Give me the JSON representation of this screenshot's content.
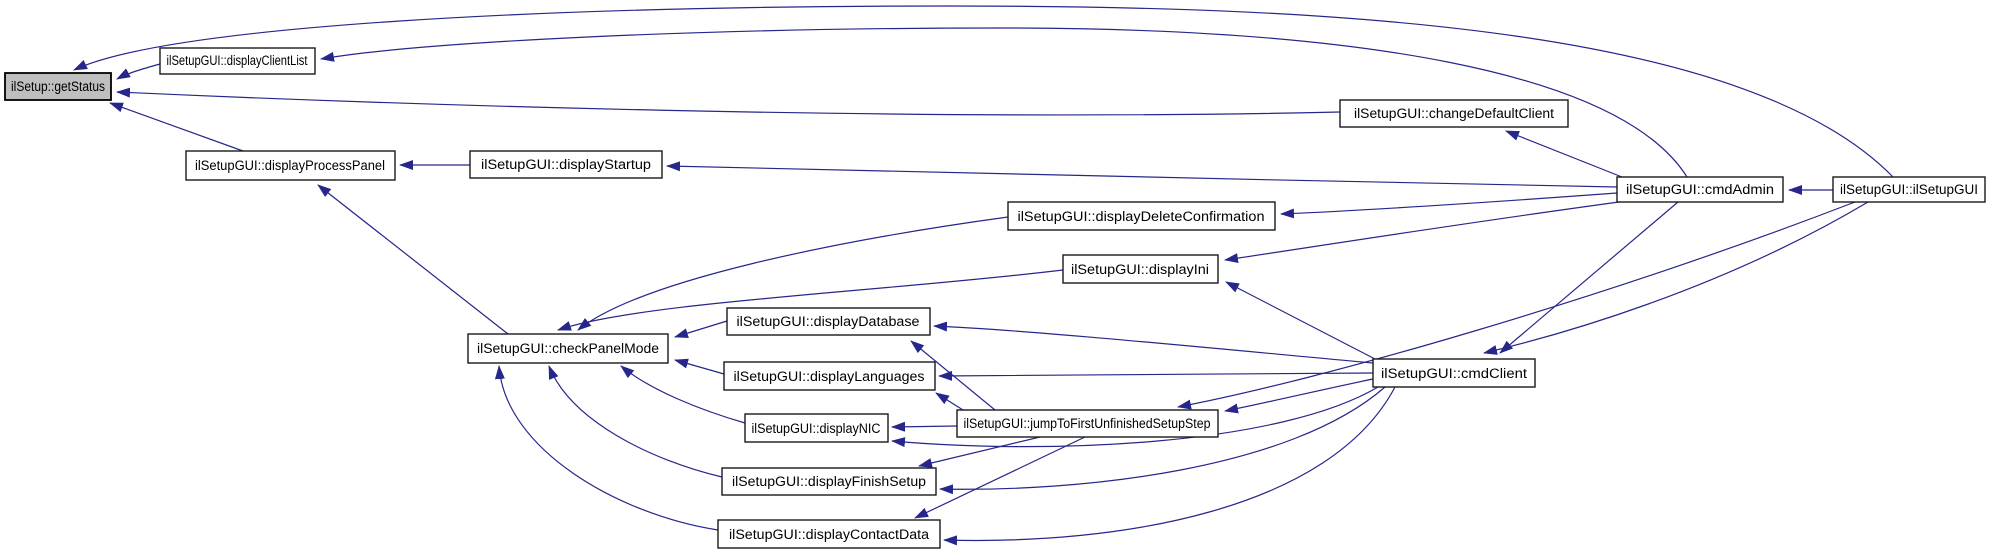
{
  "diagram": {
    "type": "call-graph",
    "orientation": "callers-point-left-to-callees",
    "background_color": "#ffffff",
    "edge_color": "#26268b",
    "node_fill": "#ffffff",
    "node_border_color": "#1a1a1a",
    "highlighted_node_fill": "#bfbfbf",
    "highlighted_node": "ilSetup::getStatus",
    "nodes": [
      {
        "id": "getStatus",
        "label": "ilSetup::getStatus",
        "highlighted": true
      },
      {
        "id": "displayClientList",
        "label": "ilSetupGUI::displayClientList"
      },
      {
        "id": "changeDefaultClient",
        "label": "ilSetupGUI::changeDefaultClient"
      },
      {
        "id": "displayProcessPanel",
        "label": "ilSetupGUI::displayProcessPanel"
      },
      {
        "id": "displayStartup",
        "label": "ilSetupGUI::displayStartup"
      },
      {
        "id": "cmdAdmin",
        "label": "ilSetupGUI::cmdAdmin"
      },
      {
        "id": "ilSetupGUI",
        "label": "ilSetupGUI::ilSetupGUI"
      },
      {
        "id": "displayDeleteConfirmation",
        "label": "ilSetupGUI::displayDeleteConfirmation"
      },
      {
        "id": "displayIni",
        "label": "ilSetupGUI::displayIni"
      },
      {
        "id": "checkPanelMode",
        "label": "ilSetupGUI::checkPanelMode"
      },
      {
        "id": "displayDatabase",
        "label": "ilSetupGUI::displayDatabase"
      },
      {
        "id": "displayLanguages",
        "label": "ilSetupGUI::displayLanguages"
      },
      {
        "id": "displayNIC",
        "label": "ilSetupGUI::displayNIC"
      },
      {
        "id": "jumpToFirstUnfinishedSetupStep",
        "label": "ilSetupGUI::jumpToFirstUnfinishedSetupStep"
      },
      {
        "id": "displayFinishSetup",
        "label": "ilSetupGUI::displayFinishSetup"
      },
      {
        "id": "displayContactData",
        "label": "ilSetupGUI::displayContactData"
      },
      {
        "id": "cmdClient",
        "label": "ilSetupGUI::cmdClient"
      }
    ],
    "edges": [
      {
        "from": "displayClientList",
        "to": "getStatus"
      },
      {
        "from": "changeDefaultClient",
        "to": "getStatus"
      },
      {
        "from": "displayProcessPanel",
        "to": "getStatus"
      },
      {
        "from": "ilSetupGUI",
        "to": "getStatus"
      },
      {
        "from": "cmdAdmin",
        "to": "displayClientList"
      },
      {
        "from": "cmdAdmin",
        "to": "changeDefaultClient"
      },
      {
        "from": "displayStartup",
        "to": "displayProcessPanel"
      },
      {
        "from": "checkPanelMode",
        "to": "displayProcessPanel"
      },
      {
        "from": "cmdAdmin",
        "to": "displayStartup"
      },
      {
        "from": "cmdAdmin",
        "to": "displayDeleteConfirmation"
      },
      {
        "from": "cmdAdmin",
        "to": "displayIni"
      },
      {
        "from": "cmdClient",
        "to": "displayIni"
      },
      {
        "from": "displayDeleteConfirmation",
        "to": "checkPanelMode"
      },
      {
        "from": "displayIni",
        "to": "checkPanelMode"
      },
      {
        "from": "displayDatabase",
        "to": "checkPanelMode"
      },
      {
        "from": "displayLanguages",
        "to": "checkPanelMode"
      },
      {
        "from": "displayNIC",
        "to": "checkPanelMode"
      },
      {
        "from": "displayFinishSetup",
        "to": "checkPanelMode"
      },
      {
        "from": "displayContactData",
        "to": "checkPanelMode"
      },
      {
        "from": "cmdClient",
        "to": "displayDatabase"
      },
      {
        "from": "jumpToFirstUnfinishedSetupStep",
        "to": "displayDatabase"
      },
      {
        "from": "cmdClient",
        "to": "displayLanguages"
      },
      {
        "from": "jumpToFirstUnfinishedSetupStep",
        "to": "displayLanguages"
      },
      {
        "from": "cmdClient",
        "to": "displayNIC"
      },
      {
        "from": "jumpToFirstUnfinishedSetupStep",
        "to": "displayNIC"
      },
      {
        "from": "cmdClient",
        "to": "displayFinishSetup"
      },
      {
        "from": "jumpToFirstUnfinishedSetupStep",
        "to": "displayFinishSetup"
      },
      {
        "from": "cmdClient",
        "to": "displayContactData"
      },
      {
        "from": "jumpToFirstUnfinishedSetupStep",
        "to": "displayContactData"
      },
      {
        "from": "cmdClient",
        "to": "jumpToFirstUnfinishedSetupStep"
      },
      {
        "from": "ilSetupGUI",
        "to": "jumpToFirstUnfinishedSetupStep"
      },
      {
        "from": "cmdAdmin",
        "to": "cmdClient"
      },
      {
        "from": "ilSetupGUI",
        "to": "cmdClient"
      },
      {
        "from": "ilSetupGUI",
        "to": "cmdAdmin"
      }
    ]
  }
}
